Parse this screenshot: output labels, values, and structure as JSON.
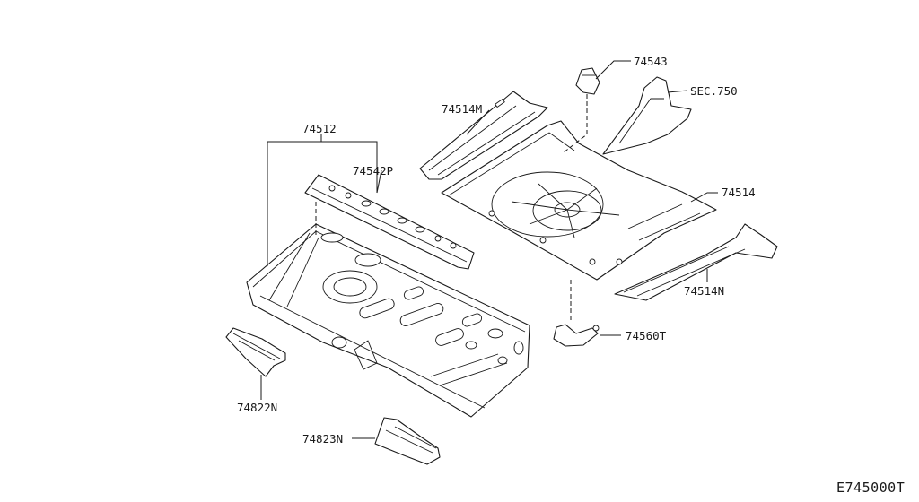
{
  "labels": {
    "l74512": "74512",
    "l74542P": "74542P",
    "l74514M": "74514M",
    "l74543": "74543",
    "lSEC750": "SEC.750",
    "l74514": "74514",
    "l74514N": "74514N",
    "l74560T": "74560T",
    "l74822N": "74822N",
    "l74823N": "74823N"
  },
  "diagram_code": "E745000T"
}
